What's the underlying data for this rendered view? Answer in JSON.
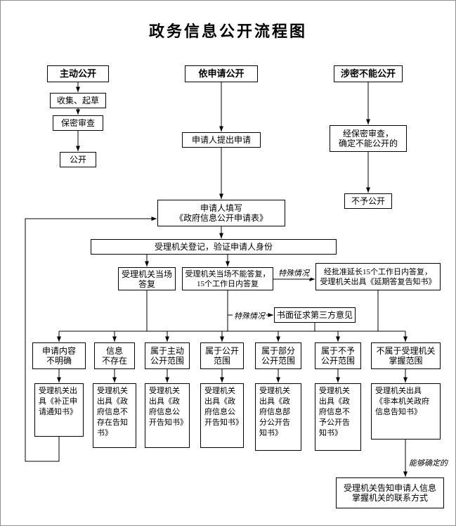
{
  "title": "政务信息公开流程图",
  "nodes": {
    "proactive": "主动公开",
    "collect_draft": "收集、起草",
    "secrecy_review": "保密审查",
    "publish": "公开",
    "on_request": "依申请公开",
    "applicant_apply": "申请人提出申请",
    "fill_form": "申请人填写\n《政府信息公开申请表》",
    "register_verify": "受理机关登记，验证申请人身份",
    "reply_onsite": "受理机关当场\n答复",
    "reply_15days": "受理机关当场不能答复，\n15个工作日内答复",
    "extend_reply": "经批准延长15个工作日内答复，\n受理机关出具《延期答复告知书》",
    "third_party": "书面征求第三方意见",
    "classified": "涉密不能公开",
    "classified_review": "经保密审查，\n确定不能公开的",
    "not_disclosed": "不予公开",
    "b_unclear": "申请内容\n不明确",
    "b_not_exist": "信息\n不存在",
    "b_proactive_scope": "属于主动\n公开范围",
    "b_disclose_scope": "属于公开\n范围",
    "b_partial_scope": "属于部分\n公开范围",
    "b_no_disclose_scope": "属于不予\n公开范围",
    "b_not_held": "不属于受理机关\n掌握范围",
    "o_correction": "受理机关出具《补正申请通知书》",
    "o_not_exist": "受理机关出具《政府信息不存在告知书》",
    "o_disclose1": "受理机关出具《政府信息公开告知书》",
    "o_disclose2": "受理机关出具《政府信息公开告知书》",
    "o_partial": "受理机关出具《政府信息部分公开告知书》",
    "o_no_disclose": "受理机关出具《政府信息不予公开告知书》",
    "o_not_held": "受理机关出具《非本机关政府信息告知书》",
    "contact_info": "受理机关告知申请人信息\n掌握机关的联系方式"
  },
  "edge_labels": {
    "special_case_extend": "特殊情况",
    "special_case_third_party": "特殊情况",
    "can_determine": "能够确定的"
  }
}
